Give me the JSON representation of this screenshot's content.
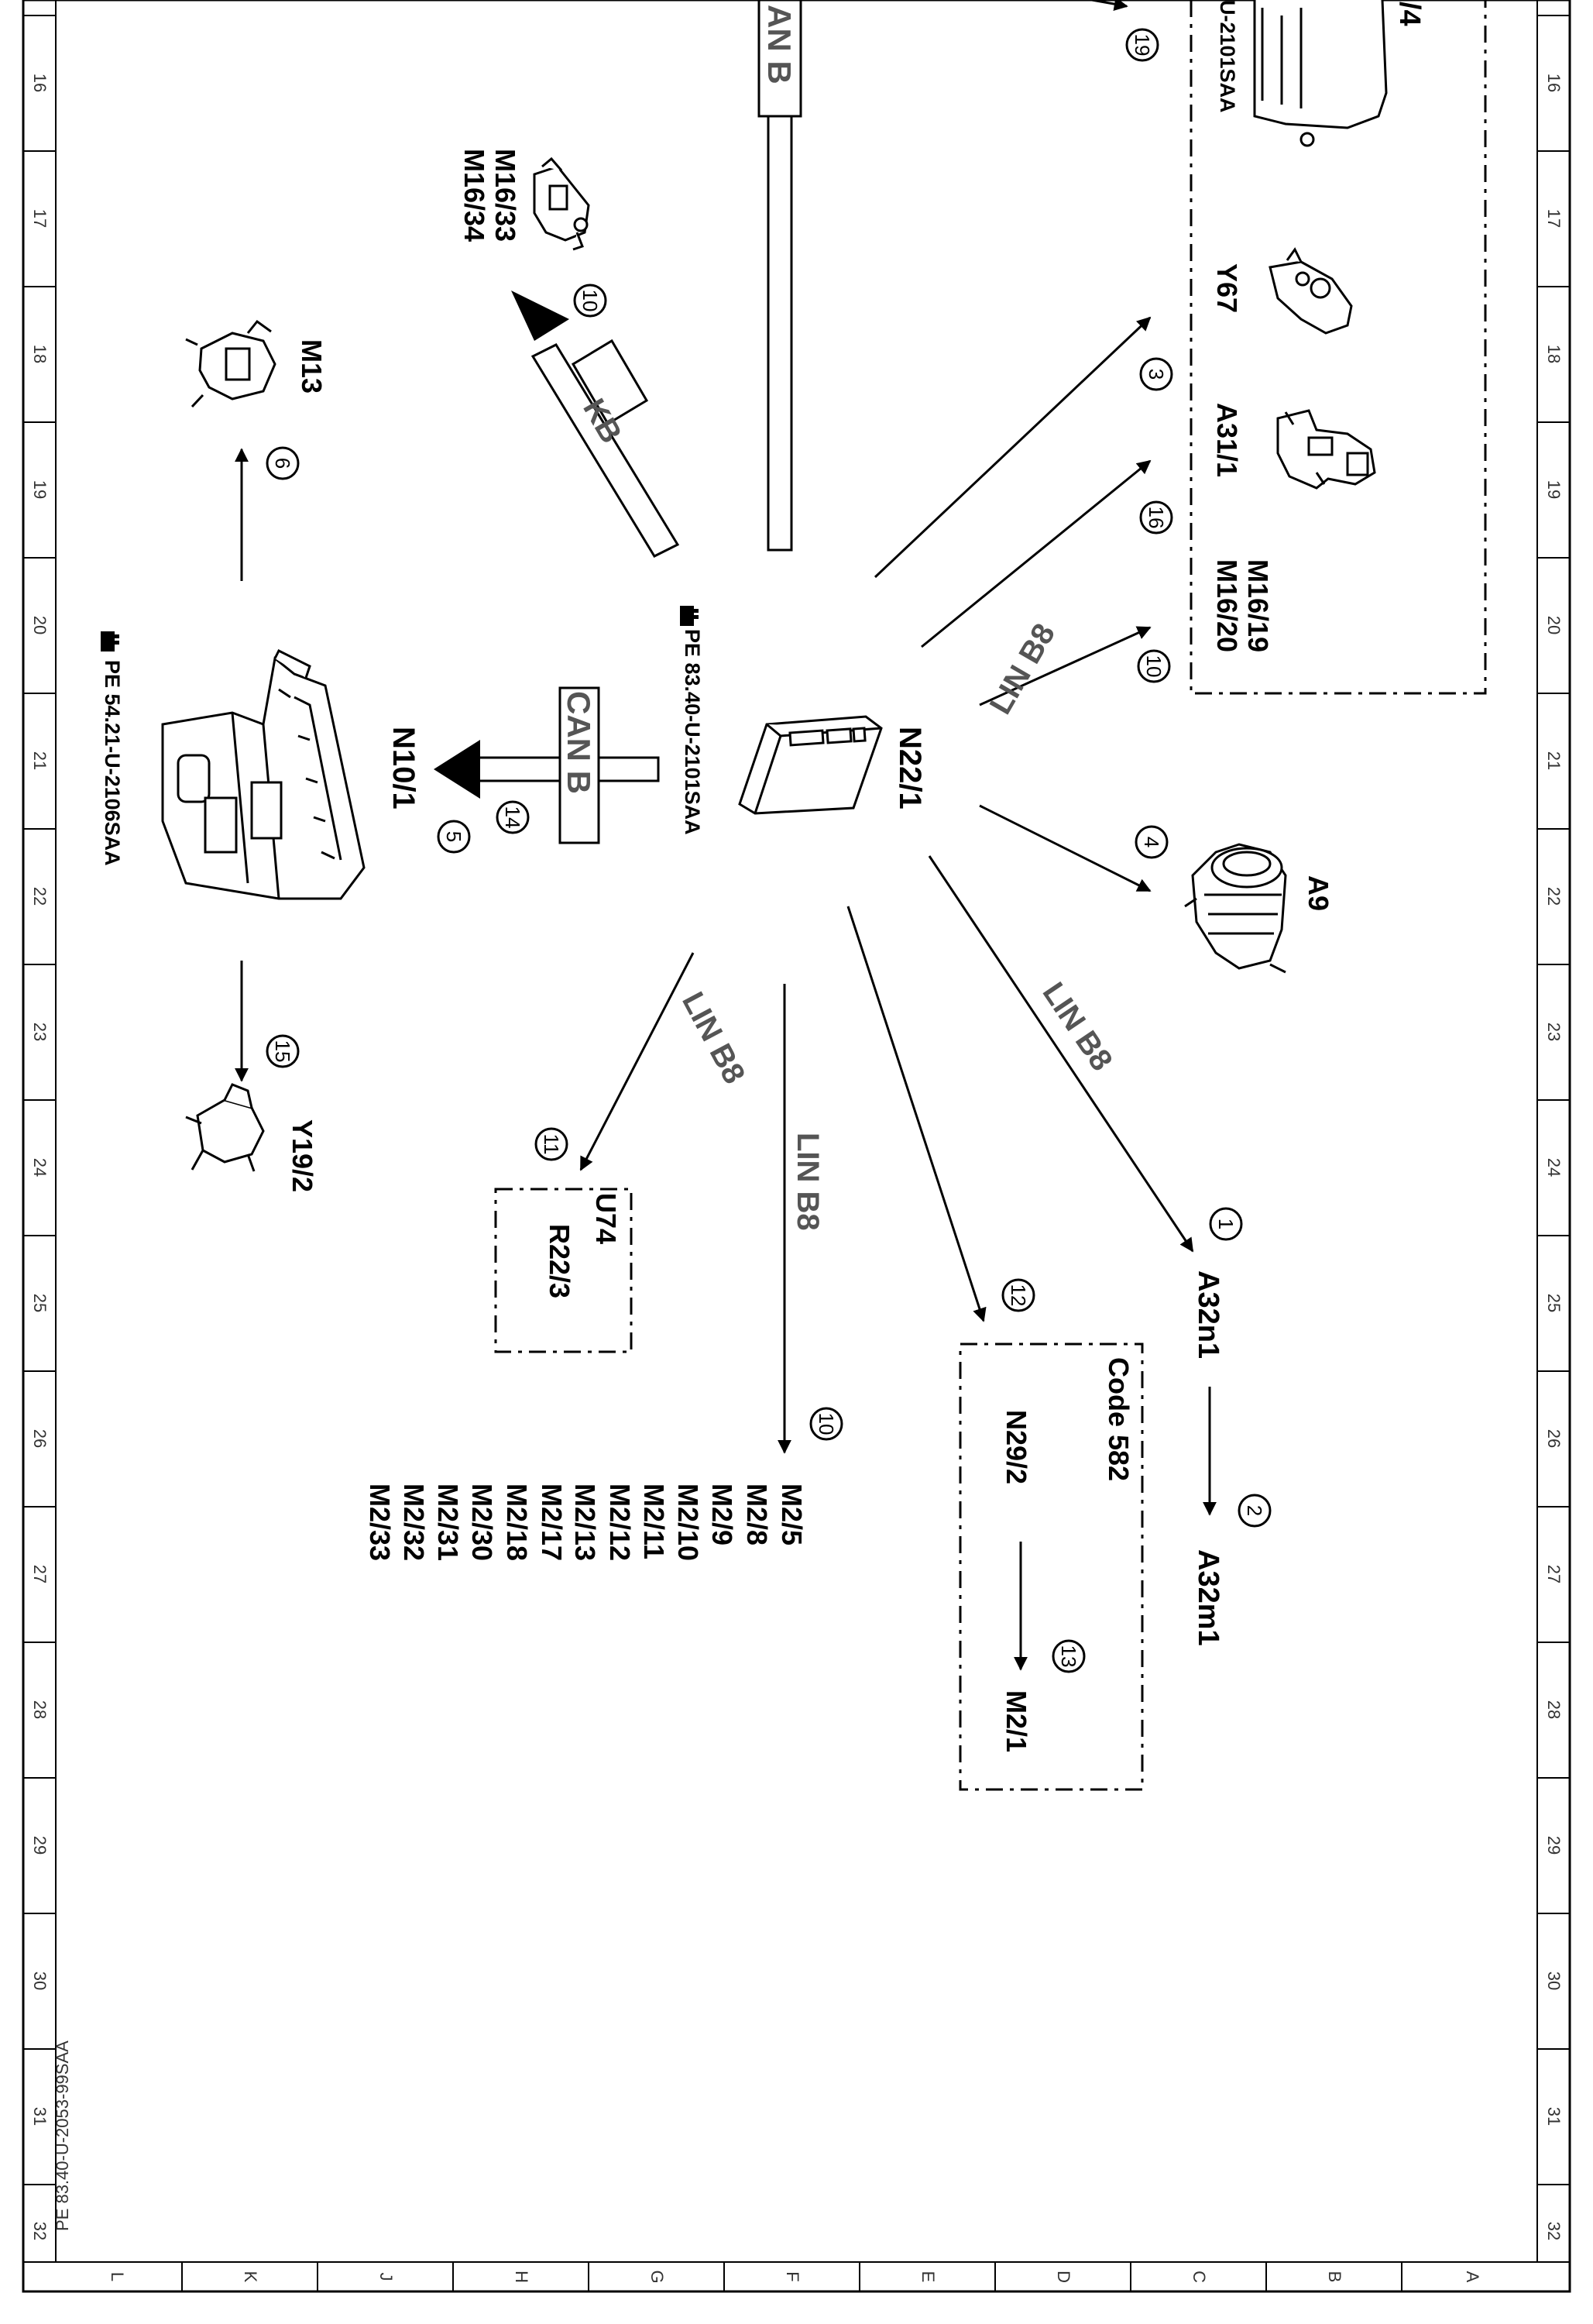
{
  "grid": {
    "rows": [
      "16",
      "17",
      "18",
      "19",
      "20",
      "21",
      "22",
      "23",
      "24",
      "25",
      "26",
      "27",
      "28",
      "29",
      "30",
      "31",
      "32"
    ],
    "cols": [
      "L",
      "K",
      "J",
      "H",
      "G",
      "F",
      "E",
      "D",
      "C",
      "B",
      "A"
    ]
  },
  "doc_ref": "PE 83.40-U-2053-99SAA",
  "center": {
    "label": "N22/1",
    "ref": "PE 83.40-U-2101SAA"
  },
  "top_group": {
    "partial_label": "/4",
    "partial_ref": "U-2101SAA",
    "marker": "19"
  },
  "components": {
    "y67": "Y67",
    "a31_1": "A31/1",
    "m16_19": "M16/19",
    "m16_20": "M16/20",
    "a9": "A9",
    "m16_33": "M16/33",
    "m16_34": "M16/34",
    "m13": "M13",
    "n10_1": "N10/1",
    "n10_1_ref": "PE 54.21-U-2106SAA",
    "y19_2": "Y19/2",
    "u74": "U74",
    "r22_3": "R22/3",
    "a32n1": "A32n1",
    "a32m1": "A32m1",
    "code582": "Code 582",
    "n29_2": "N29/2",
    "m2_1": "M2/1"
  },
  "m2_list": [
    "M2/5",
    "M2/8",
    "M2/9",
    "M2/10",
    "M2/11",
    "M2/12",
    "M2/13",
    "M2/17",
    "M2/18",
    "M2/30",
    "M2/31",
    "M2/32",
    "M2/33"
  ],
  "buses": {
    "can_top": "AN B",
    "can": "CAN B",
    "kb": "KB",
    "lin_m16": "LIN B8",
    "lin_a32": "LIN B8",
    "lin_u74": "LIN B8",
    "lin_m2": "LIN B8"
  },
  "markers": {
    "m1": "1",
    "m2": "2",
    "m3": "3",
    "m4": "4",
    "m5": "5",
    "m6": "6",
    "m10a": "10",
    "m10b": "10",
    "m10c": "10",
    "m11": "11",
    "m12": "12",
    "m13": "13",
    "m14": "14",
    "m15": "15",
    "m16": "16"
  }
}
